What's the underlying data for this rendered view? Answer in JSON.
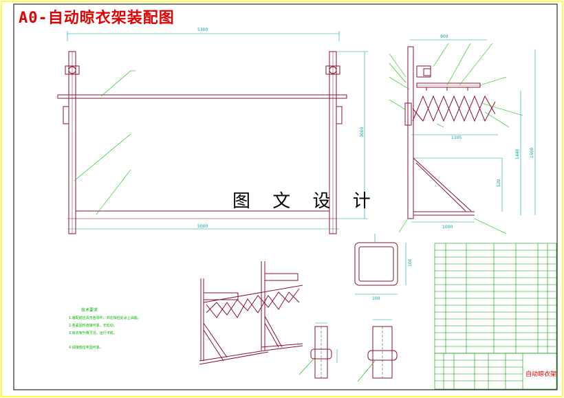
{
  "drawing": {
    "title": "A0-自动晾衣架装配图",
    "watermark": "图 文 设 计",
    "dims": {
      "front_top": "5300",
      "front_bottom": "5000",
      "front_height": "3000",
      "side_top": "900",
      "side_arm": "1105",
      "side_lower": "520",
      "side_right1": "1440",
      "side_right2": "1500",
      "side_base": "1000",
      "tube_w": "100",
      "tube_h": "100"
    },
    "tech_title": "技术要求",
    "tech_lines": [
      "1.装配前应清洗各零件，并在相应处涂上油脂。",
      "2.各紧固件连接可靠，无松动。",
      "3.晾衣架升降灵活，运行平稳。",
      "4.焊接部位牢固可靠。"
    ],
    "title_block": {
      "name": "自动晾衣架"
    },
    "colors": {
      "border": "#ffff00",
      "frame": "#8a1030",
      "leader": "#00c000",
      "dim": "#00a0a0",
      "title": "#e00000",
      "tech": "#00b000"
    }
  }
}
